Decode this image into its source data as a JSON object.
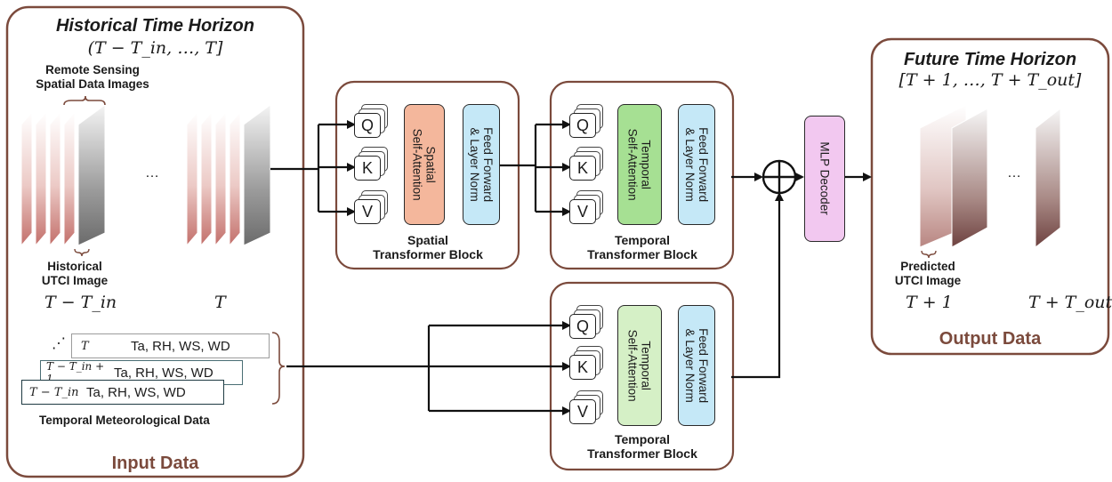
{
  "input_panel": {
    "title": "Historical Time Horizon",
    "range": "(T − T_in, …, T]",
    "remote_sensing_label_1": "Remote Sensing",
    "remote_sensing_label_2": "Spatial Data Images",
    "ellipsis": "…",
    "historical_label_1": "Historical",
    "historical_label_2": "UTCI Image",
    "t_start": "T − T_in",
    "t_end": "T",
    "met_rows": [
      {
        "time": "T",
        "vars": "Ta, RH, WS, WD"
      },
      {
        "time": "T − T_in + 1",
        "vars": "Ta, RH, WS, WD"
      },
      {
        "time": "T − T_in",
        "vars": "Ta, RH, WS, WD"
      }
    ],
    "met_dots": "⋰",
    "met_label": "Temporal Meteorological Data",
    "footer": "Input Data"
  },
  "spatial_block": {
    "q": "Q",
    "k": "K",
    "v": "V",
    "attention_1": "Spatial",
    "attention_2": "Self-Attention",
    "ffn_1": "Feed Forward",
    "ffn_2": "& Layer Norm",
    "label_1": "Spatial",
    "label_2": "Transformer Block"
  },
  "temporal_block_top": {
    "q": "Q",
    "k": "K",
    "v": "V",
    "attention_1": "Temporal",
    "attention_2": "Self-Attention",
    "ffn_1": "Feed Forward",
    "ffn_2": "& Layer Norm",
    "label_1": "Temporal",
    "label_2": "Transformer Block"
  },
  "temporal_block_bottom": {
    "q": "Q",
    "k": "K",
    "v": "V",
    "attention_1": "Temporal",
    "attention_2": "Self-Attention",
    "ffn_1": "Feed Forward",
    "ffn_2": "& Layer Norm",
    "label_1": "Temporal",
    "label_2": "Transformer Block"
  },
  "decoder": {
    "label": "MLP Decoder"
  },
  "output_panel": {
    "title": "Future Time Horizon",
    "range": "[T + 1, …, T + T_out]",
    "ellipsis": "…",
    "predicted_label_1": "Predicted",
    "predicted_label_2": "UTCI Image",
    "t_start": "T + 1",
    "t_end": "T + T_out",
    "footer": "Output Data"
  },
  "colors": {
    "panel_border": "#7b4a3c",
    "spatial_attention": "#f4b79c",
    "temporal_attention": "#a6e093",
    "temporal_attention_light": "#d5f0c6",
    "ffn": "#c5e8f7",
    "decoder": "#f2c8f0",
    "image_red": "#c97a76"
  }
}
